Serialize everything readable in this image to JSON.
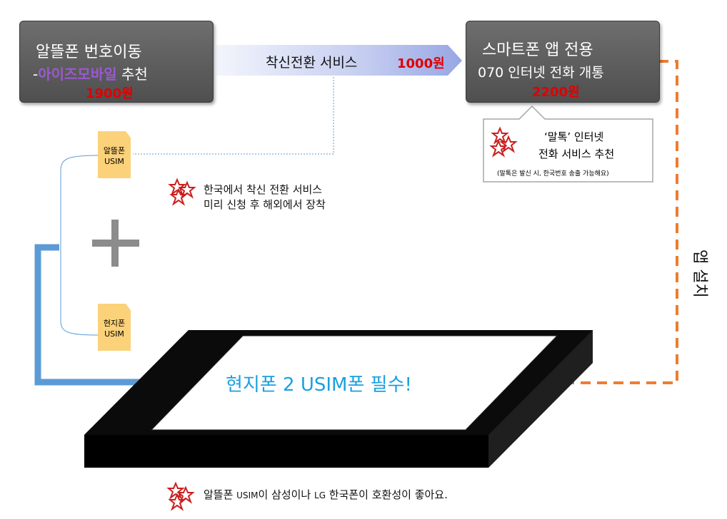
{
  "box_number_transfer": {
    "line1": "알뜰폰 번호이동",
    "line2_prefix": "-",
    "line2_brand": "아이즈모바일",
    "line2_suffix": " 추천",
    "price": "1900원"
  },
  "arrow_forwarding": {
    "label": "착신전환 서비스",
    "price": "1000원"
  },
  "box_internet_call": {
    "line1": "스마트폰 앱 전용",
    "line2": "070 인터넷 전화 개통",
    "price": "2200원"
  },
  "callout_maltok": {
    "line1": "‘말톡’ 인터넷",
    "line2": "전화 서비스 추천",
    "note": "(말톡은 발신 시, 한국번호 송출 가능해요)"
  },
  "usim_cheap": {
    "line1": "알뜰폰",
    "line2": "USIM"
  },
  "usim_local": {
    "line1": "현지폰",
    "line2": "USIM"
  },
  "note_forwarding": {
    "line1": "한국에서 착신 전환 서비스",
    "line2": "미리 신청 후 해외에서 장착"
  },
  "app_install_label": "앱 설치",
  "phone_caption": "현지폰 2 USIM폰 필수!",
  "footer_note": {
    "part1": "알뜰폰 ",
    "usim": "USIM",
    "part2": "이 삼성이나 ",
    "lg": "LG",
    "part3": " 한국폰이 호환성이 좋아요."
  },
  "colors": {
    "box_fill": "#5f5f5f",
    "price_red": "#e00000",
    "brand_purple": "#7030a0",
    "usim_yellow": "#fbd27a",
    "blue_arrow": "#5b9bd5",
    "orange_dash": "#ed7d31",
    "phone_caption": "#1aa0e0",
    "star_red": "#cc1f1f"
  },
  "icons": [
    "star-doodle-icon",
    "plus-icon"
  ]
}
